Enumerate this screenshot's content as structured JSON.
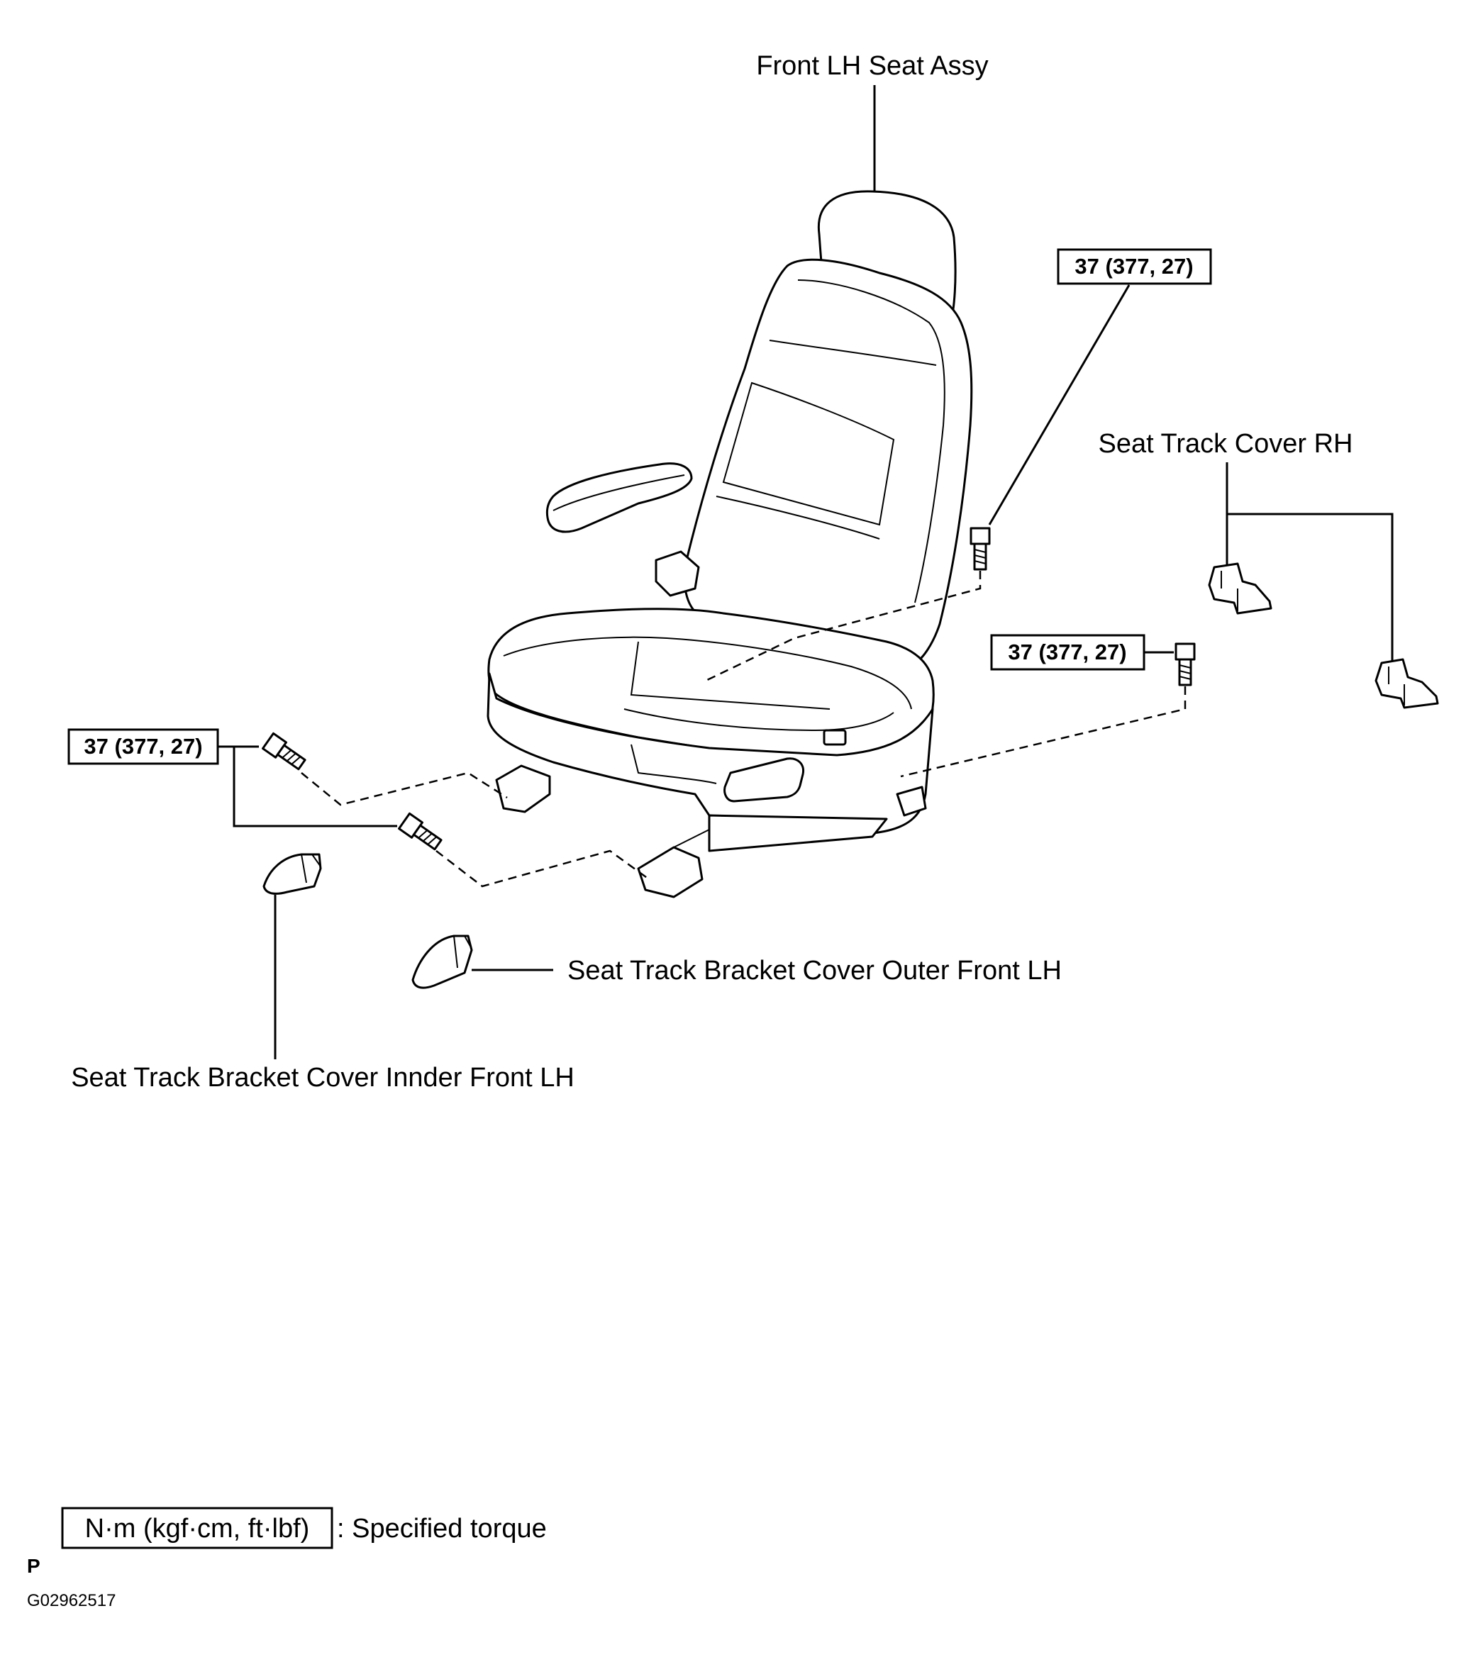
{
  "title": "Front LH Seat Assy",
  "labels": {
    "seat_assy": "Front LH Seat Assy",
    "track_cover_rh": "Seat Track Cover RH",
    "bracket_cover_outer": "Seat Track Bracket Cover Outer Front LH",
    "bracket_cover_inner": "Seat Track Bracket Cover Innder Front LH"
  },
  "torque_specs": {
    "top_right": "37 (377, 27)",
    "mid_right": "37 (377, 27)",
    "left": "37 (377, 27)"
  },
  "legend": {
    "unit_box": "N·m (kgf·cm, ft·lbf)",
    "description": ": Specified torque"
  },
  "footer": {
    "letter": "P",
    "figure_code": "G02962517"
  }
}
